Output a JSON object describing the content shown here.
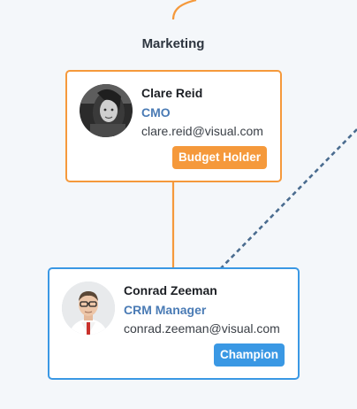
{
  "group": {
    "title": "Marketing"
  },
  "nodes": [
    {
      "name": "Clare Reid",
      "role": "CMO",
      "email": "clare.reid@visual.com",
      "badge": "Budget Holder",
      "badge_color": "#f5993b",
      "border_color": "#f5993b",
      "avatar": "woman-portrait"
    },
    {
      "name": "Conrad Zeeman",
      "role": "CRM Manager",
      "email": "conrad.zeeman@visual.com",
      "badge": "Champion",
      "badge_color": "#3a98e4",
      "border_color": "#3a98e4",
      "avatar": "man-portrait"
    }
  ],
  "connectors": {
    "reporting_line_color": "#f5993b",
    "influence_line_color": "#4a6c8f"
  }
}
